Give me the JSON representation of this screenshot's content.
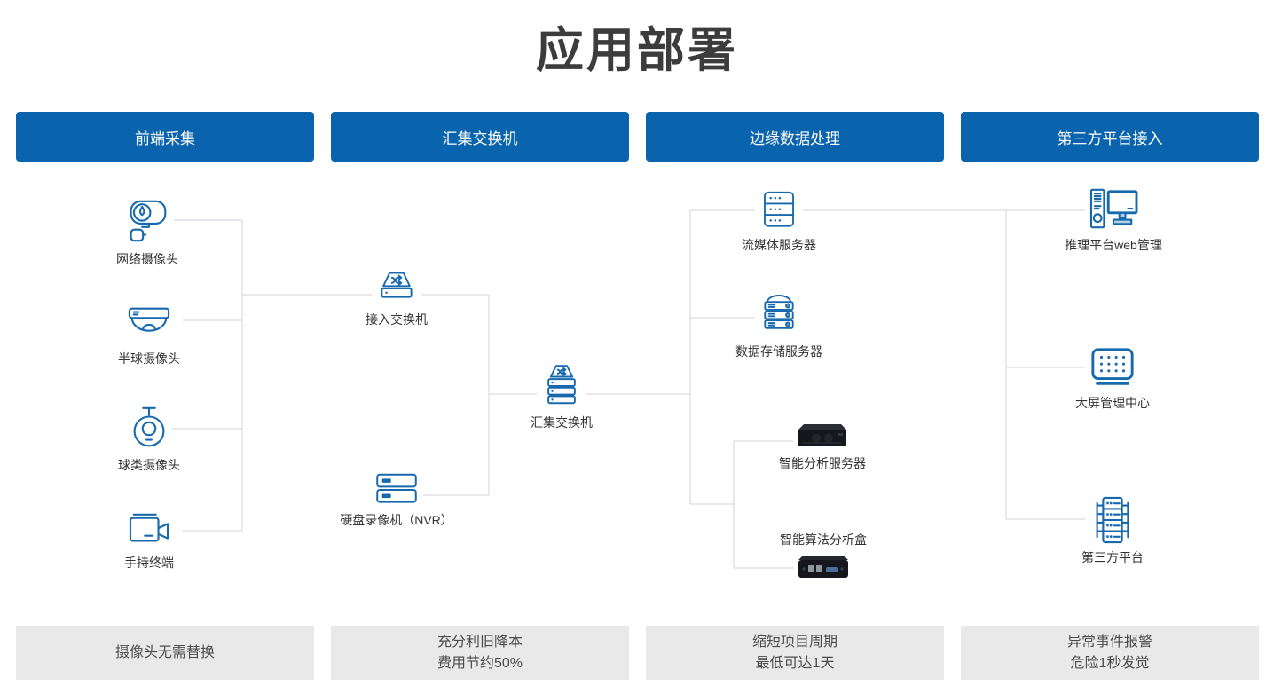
{
  "title": "应用部署",
  "columns": [
    {
      "header": "前端采集",
      "footer": [
        "摄像头无需替换",
        ""
      ]
    },
    {
      "header": "汇集交换机",
      "footer": [
        "充分利旧降本",
        "费用节约50%"
      ]
    },
    {
      "header": "边缘数据处理",
      "footer": [
        "缩短项目周期",
        "最低可达1天"
      ]
    },
    {
      "header": "第三方平台接入",
      "footer": [
        "异常事件报警",
        "危险1秒发觉"
      ]
    }
  ],
  "nodes": {
    "net_camera": {
      "label": "网络摄像头",
      "icon": "bullet-camera-icon"
    },
    "dome_camera": {
      "label": "半球摄像头",
      "icon": "dome-camera-icon"
    },
    "ball_camera": {
      "label": "球类摄像头",
      "icon": "ball-camera-icon"
    },
    "handheld": {
      "label": "手持终端",
      "icon": "handheld-camera-icon"
    },
    "access_switch": {
      "label": "接入交换机",
      "icon": "switch-icon"
    },
    "agg_switch": {
      "label": "汇集交换机",
      "icon": "stacked-switch-icon"
    },
    "nvr": {
      "label": "硬盘录像机（NVR）",
      "icon": "nvr-icon"
    },
    "media_server": {
      "label": "流媒体服务器",
      "icon": "server-dots-icon"
    },
    "storage_server": {
      "label": "数据存储服务器",
      "icon": "storage-server-icon"
    },
    "ai_server": {
      "label": "智能分析服务器",
      "icon": "rack-server-photo"
    },
    "ai_box": {
      "label": "智能算法分析盒",
      "icon": "analysis-box-photo"
    },
    "web_mgmt": {
      "label": "推理平台web管理",
      "icon": "desktop-computer-icon"
    },
    "big_screen": {
      "label": "大屏管理中心",
      "icon": "big-screen-icon"
    },
    "third_party": {
      "label": "第三方平台",
      "icon": "rack-platform-icon"
    }
  },
  "colors": {
    "header_blue": "#0a63ad",
    "icon_blue": "#1769ae",
    "connector_gray": "#d9dce0",
    "footer_gray": "#e9e9e9",
    "title_text": "#3c3c3c"
  }
}
